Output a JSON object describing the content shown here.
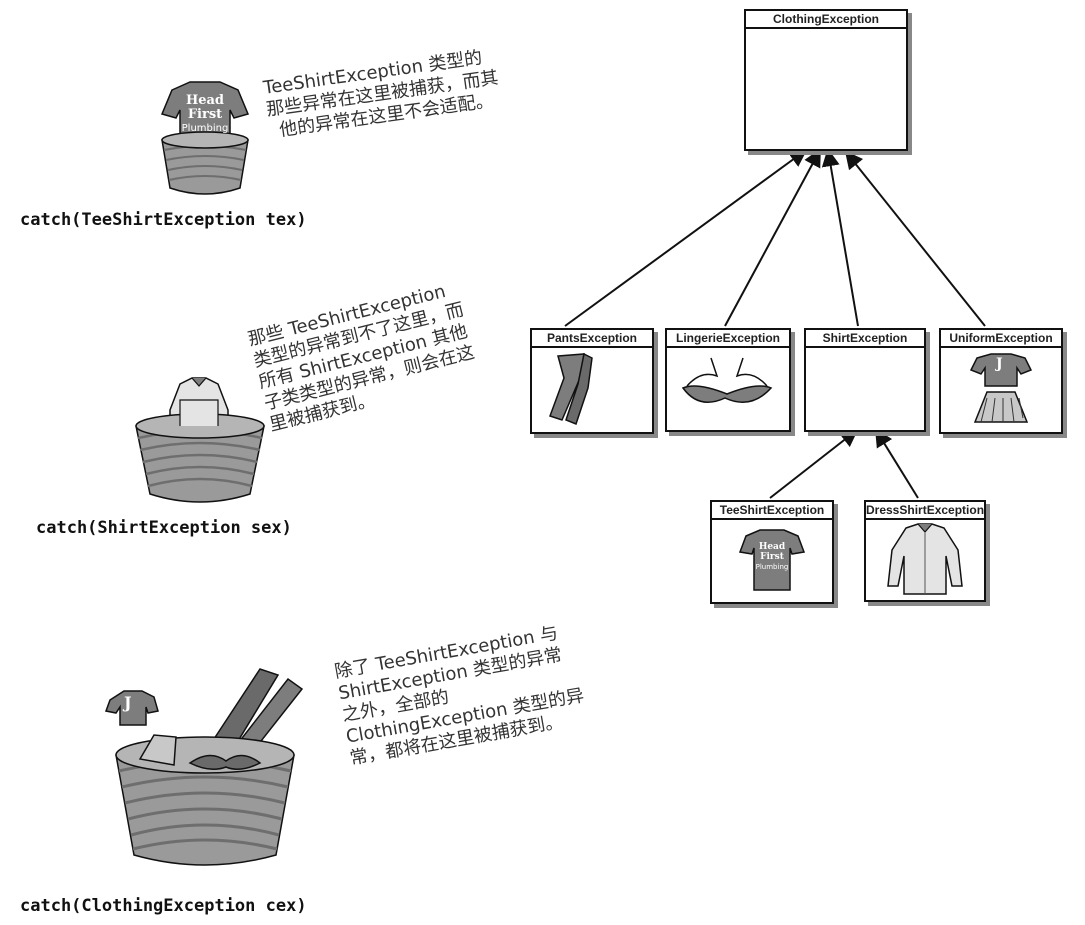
{
  "classes": {
    "root": "ClothingException",
    "pants": "PantsException",
    "lingerie": "LingerieException",
    "shirt": "ShirtException",
    "uniform": "UniformException",
    "teeshirt": "TeeShirtException",
    "dressshirt": "DressShirtException"
  },
  "tshirt_text": {
    "line1": "Head",
    "line2": "First",
    "line3": "Plumbing",
    "uniform_letter": "J"
  },
  "catches": [
    {
      "code": "catch(TeeShirtException tex)",
      "note": [
        "TeeShirtException 类型的",
        "那些异常在这里被捕获，而其",
        "他的异常在这里不会适配。"
      ]
    },
    {
      "code": "catch(ShirtException sex)",
      "note": [
        "那些 TeeShirtException",
        "类型的异常到不了这里，而",
        "所有 ShirtException 其他",
        "子类类型的异常，则会在这",
        "里被捕获到。"
      ]
    },
    {
      "code": "catch(ClothingException cex)",
      "note": [
        "除了 TeeShirtException 与",
        "ShirtException 类型的异常",
        "之外，全部的",
        "ClothingException 类型的异",
        "常，都将在这里被捕获到。"
      ]
    }
  ],
  "colors": {
    "basket": "#9a9a9a",
    "stripe": "#6e6e6e",
    "shirt": "#7d7d7d",
    "outline": "#111111"
  }
}
